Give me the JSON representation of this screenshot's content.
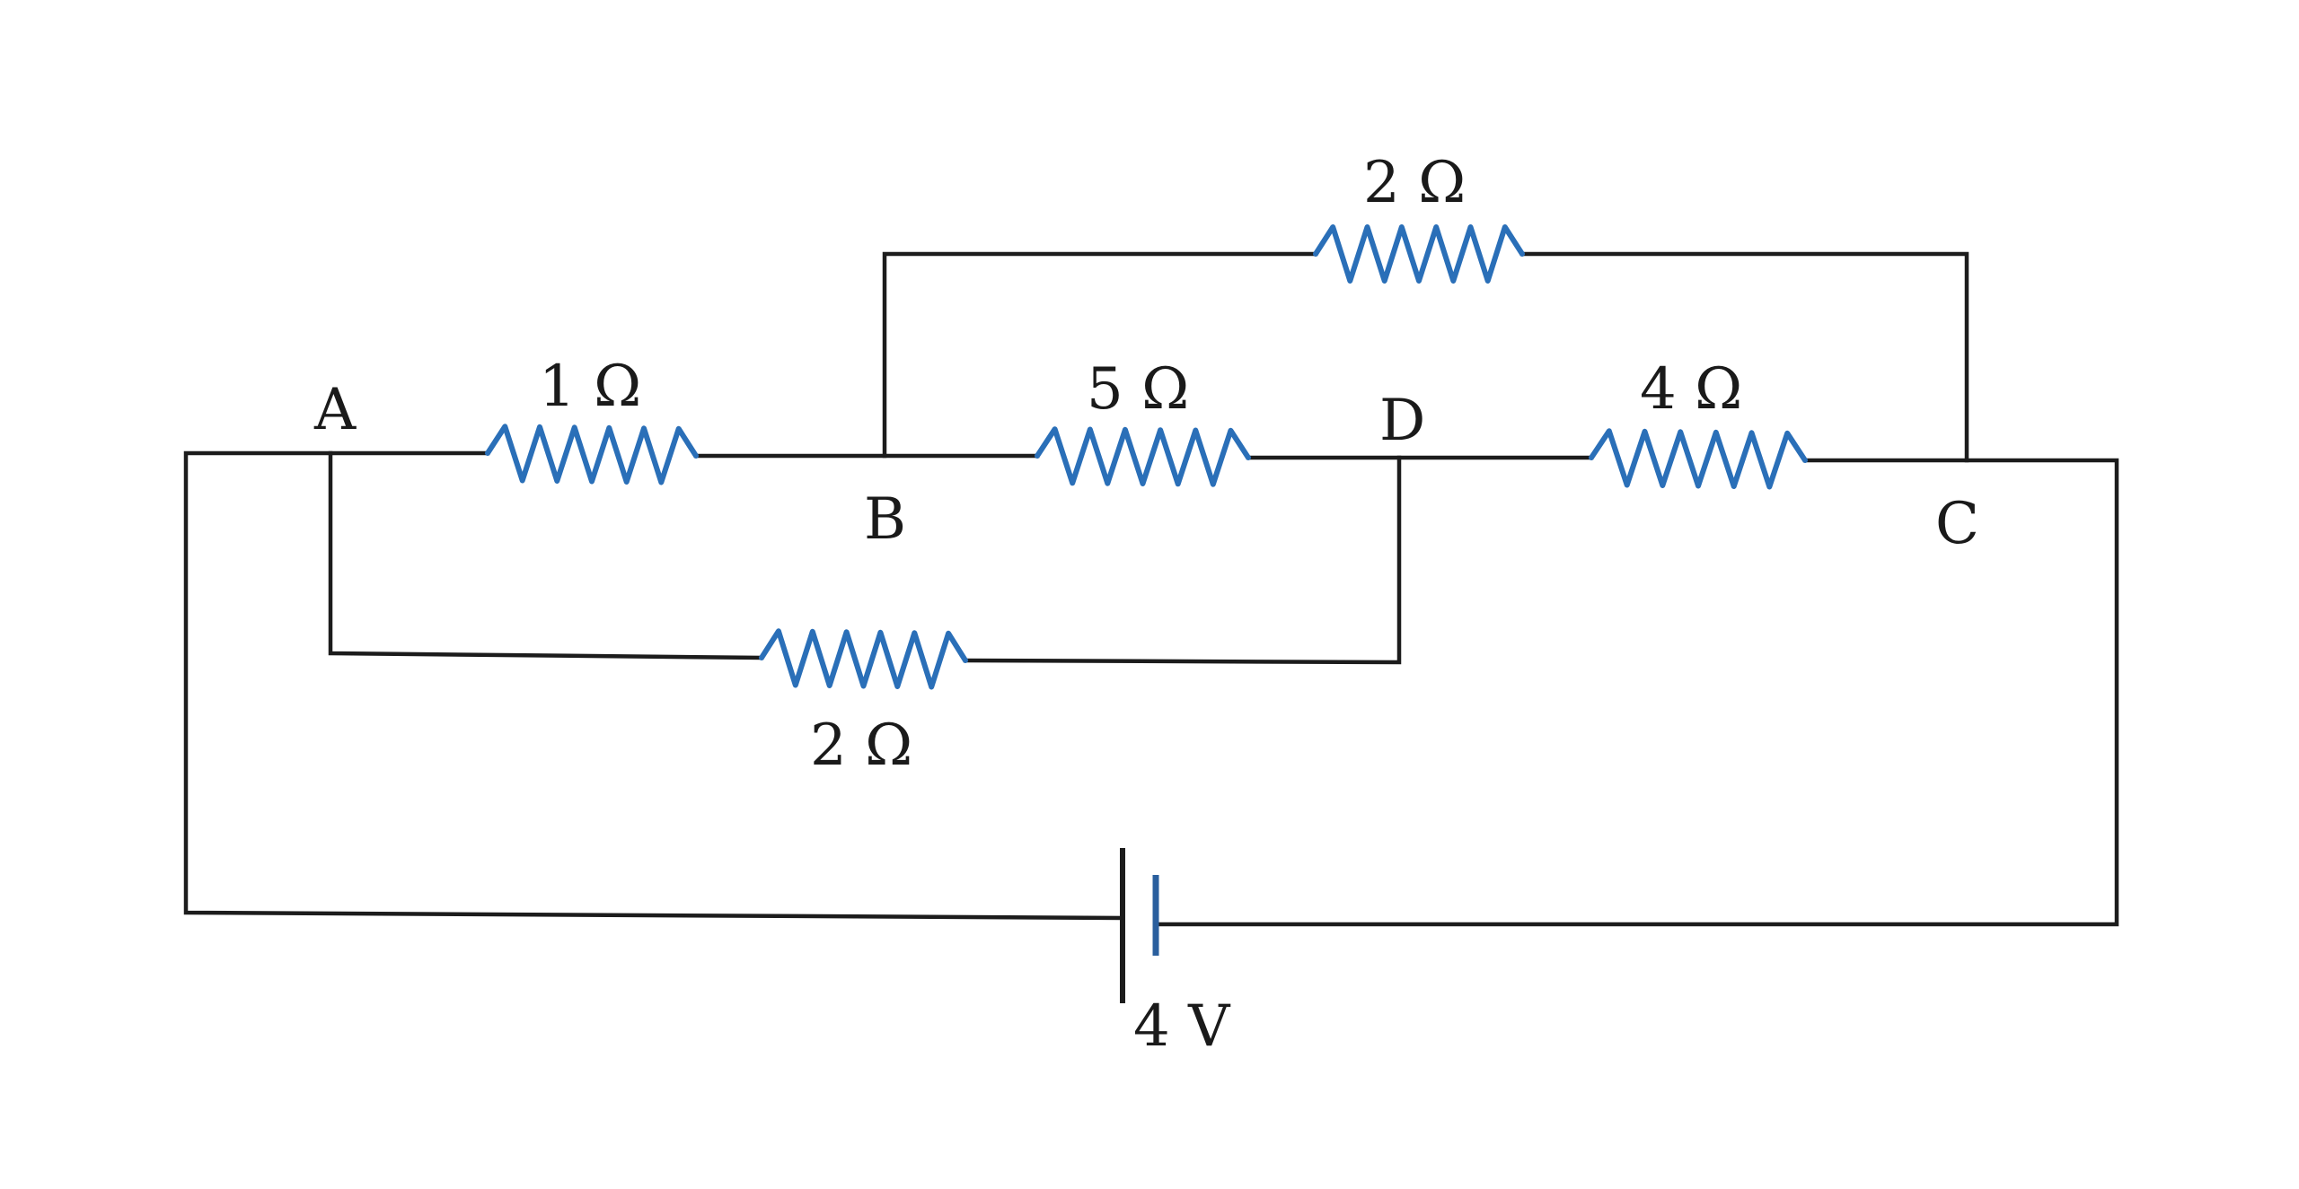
{
  "nodes": {
    "a": "A",
    "b": "B",
    "c": "C",
    "d": "D"
  },
  "resistors": {
    "r_ab": "1 Ω",
    "r_bd": "5 Ω",
    "r_dc": "4 Ω",
    "r_bc": "2 Ω",
    "r_ad": "2 Ω"
  },
  "battery": {
    "label": "4 V"
  },
  "colors": {
    "wire": "#1c1c1c",
    "resistor": "#2a6fb8"
  }
}
